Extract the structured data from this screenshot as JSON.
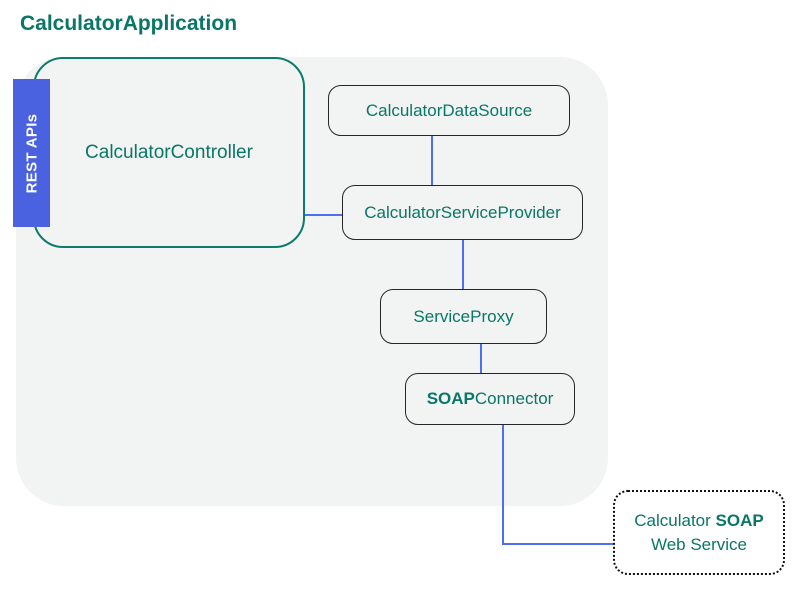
{
  "title": "CalculatorApplication",
  "nodes": {
    "rest_apis": {
      "label": "REST APIs"
    },
    "controller": {
      "label": "CalculatorController"
    },
    "data_source": {
      "label": "CalculatorDataSource"
    },
    "service_provider": {
      "label": "CalculatorServiceProvider"
    },
    "service_proxy": {
      "label": "ServiceProxy"
    },
    "soap_connector": {
      "label_bold": "SOAP",
      "label_rest": "Connector"
    },
    "soap_web_service": {
      "line1_normal": "Calculator ",
      "line1_bold": "SOAP",
      "line2": "Web Service"
    }
  },
  "edges": [
    {
      "from": "data_source",
      "to": "service_provider"
    },
    {
      "from": "controller",
      "to": "service_provider"
    },
    {
      "from": "service_provider",
      "to": "service_proxy"
    },
    {
      "from": "service_proxy",
      "to": "soap_connector"
    },
    {
      "from": "soap_connector",
      "to": "soap_web_service"
    }
  ],
  "colors": {
    "teal_text": "#0a7668",
    "teal_border": "#0b7b6c",
    "blue_fill": "#4a62e0",
    "blue_line": "#4d6ef2",
    "canvas_gray": "#f2f4f3",
    "node_border": "#262626"
  }
}
